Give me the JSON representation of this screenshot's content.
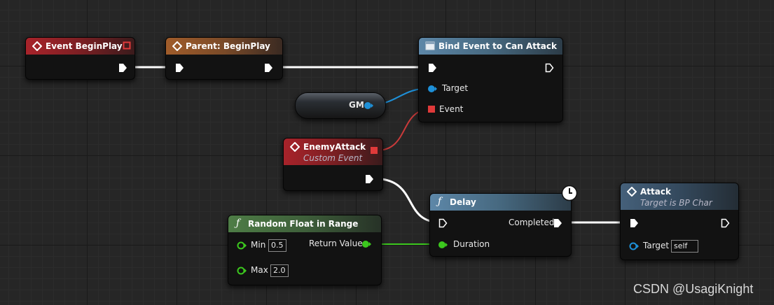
{
  "nodes": {
    "begin_play": {
      "title": "Event BeginPlay"
    },
    "parent_begin_play": {
      "title": "Parent: BeginPlay"
    },
    "bind_event": {
      "title": "Bind Event to Can Attack",
      "pins": {
        "target": "Target",
        "event": "Event"
      }
    },
    "gm_variable": {
      "label": "GM"
    },
    "enemy_attack": {
      "title": "EnemyAttack",
      "subtitle": "Custom Event"
    },
    "delay": {
      "title": "Delay",
      "pins": {
        "completed": "Completed",
        "duration": "Duration"
      }
    },
    "random_float": {
      "title": "Random Float in Range",
      "pins": {
        "min_label": "Min",
        "min_value": "0.5",
        "max_label": "Max",
        "max_value": "2.0",
        "return_value": "Return Value"
      }
    },
    "attack": {
      "title": "Attack",
      "subtitle": "Target is BP Char",
      "pins": {
        "target": "Target",
        "target_value": "self"
      }
    }
  },
  "icons": {
    "event": "diamond-event-icon",
    "function": "function-f-icon",
    "bind": "bind-event-icon",
    "delay_latent": "clock-icon"
  },
  "colors": {
    "exec_wire": "#ffffff",
    "object_wire": "#1e90d8",
    "delegate_wire": "#c83a3a",
    "float_wire": "#3cc81e"
  },
  "watermark": "CSDN @UsagiKnight"
}
